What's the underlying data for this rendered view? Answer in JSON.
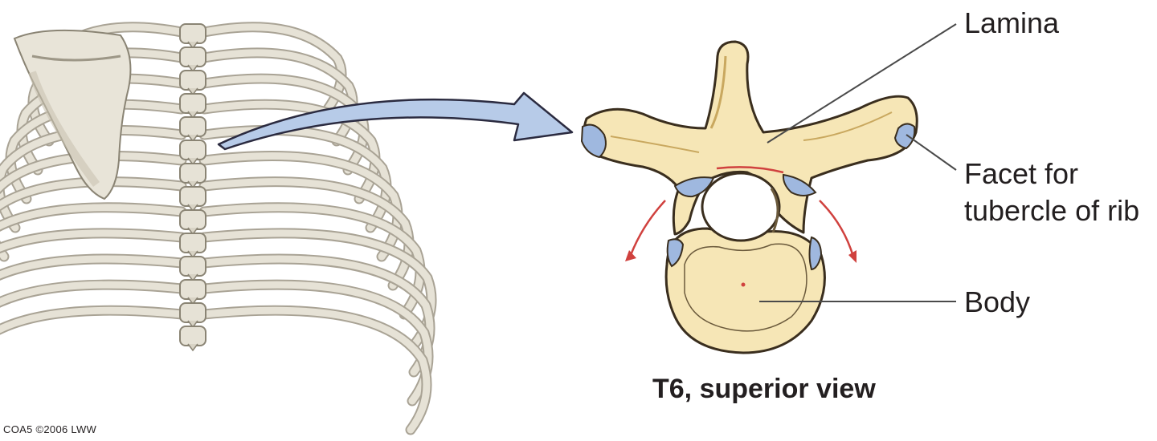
{
  "labels": {
    "lamina": "Lamina",
    "facet_line1": "Facet for",
    "facet_line2": "tubercle of rib",
    "body": "Body"
  },
  "caption": "T6, superior view",
  "credit": "COA5 ©2006 LWW",
  "colors": {
    "bone": "#f6e6b6",
    "bone_shadow": "#e7cf8c",
    "outline": "#3a2e1e",
    "facet": "#9fb8df",
    "arrow_fill": "#b7cbe8",
    "arrow_stroke": "#2b2b40",
    "curve_red": "#d0413e",
    "leader": "#4a4a4a",
    "skeleton": "#e6e2d6",
    "skeleton_shadow": "#a9a395"
  }
}
